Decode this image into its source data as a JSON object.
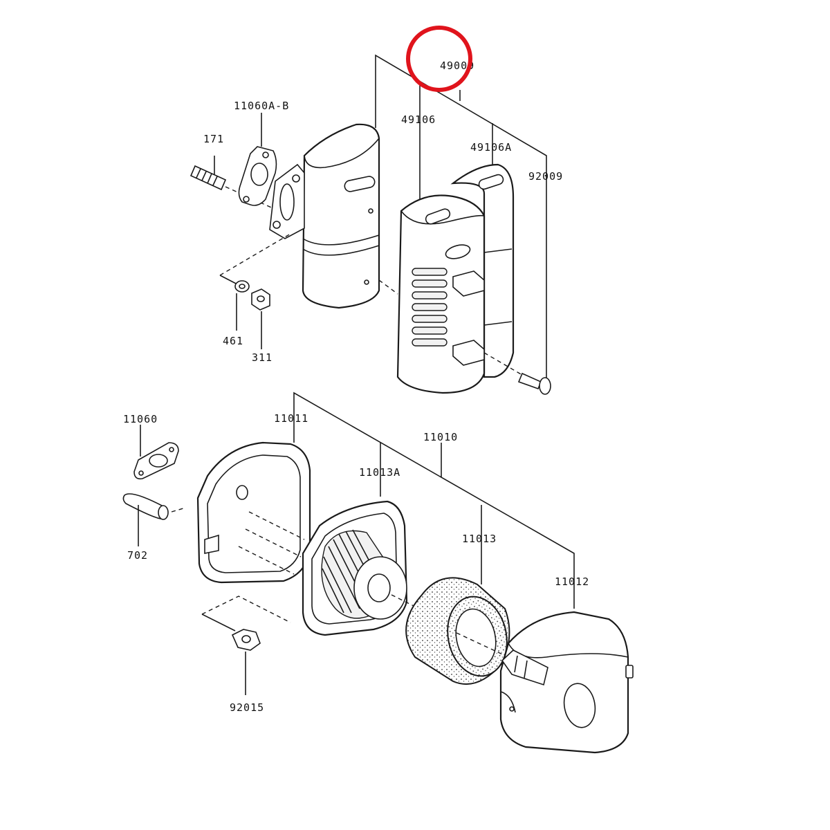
{
  "diagram": {
    "highlight_color": "#e0141c",
    "line_color": "#1a1a1a",
    "parts": {
      "p49009": "49009",
      "p11060A_B": "11060A-B",
      "p49106": "49106",
      "p49106A": "49106A",
      "p171": "171",
      "p92009": "92009",
      "p461": "461",
      "p311": "311",
      "p11060": "11060",
      "p11011": "11011",
      "p11010": "11010",
      "p11013A": "11013A",
      "p11013": "11013",
      "p702": "702",
      "p11012": "11012",
      "p92015": "92015"
    }
  }
}
